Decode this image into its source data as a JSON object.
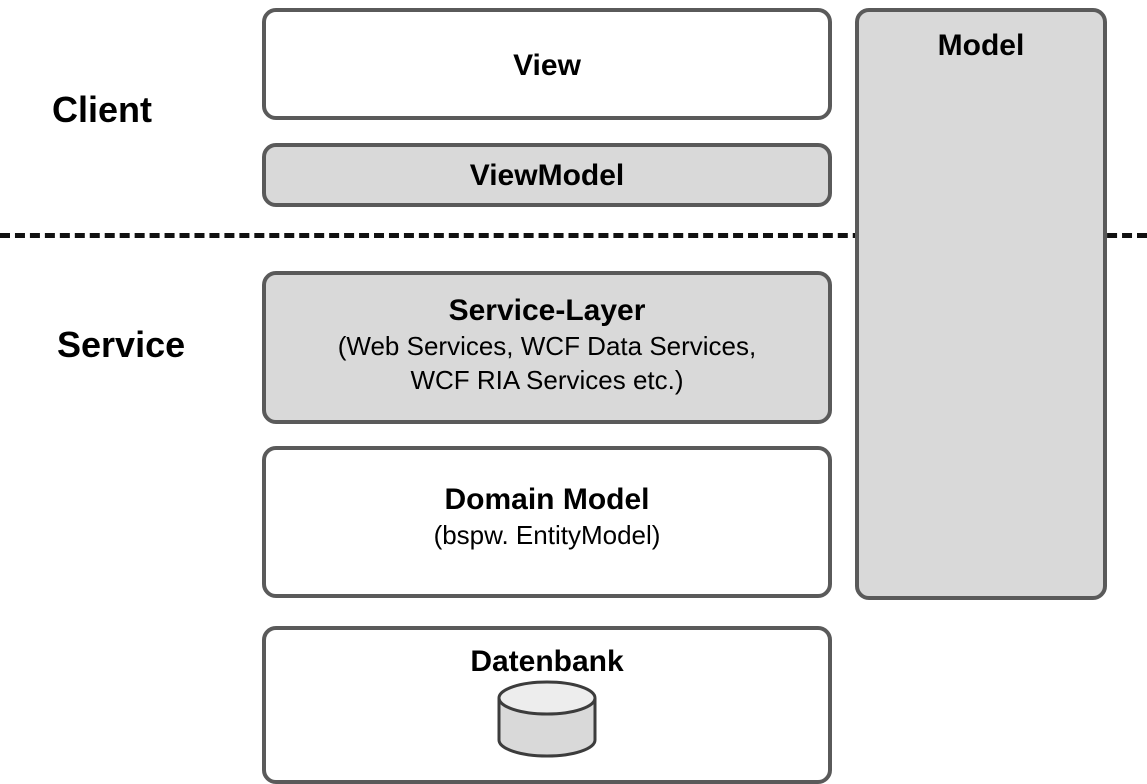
{
  "client_label": "Client",
  "service_label": "Service",
  "view": {
    "title": "View"
  },
  "viewmodel": {
    "title": "ViewModel"
  },
  "model": {
    "title": "Model"
  },
  "service_layer": {
    "title": "Service-Layer",
    "line1": "(Web Services, WCF Data Services,",
    "line2": "WCF RIA Services etc.)"
  },
  "domain_model": {
    "title": "Domain Model",
    "subtitle": "(bspw. EntityModel)"
  },
  "datenbank": {
    "title": "Datenbank",
    "icon": "database-icon"
  },
  "colors": {
    "gray_fill": "#d9d9d9",
    "border": "#5a5a5a",
    "divider": "#111111"
  }
}
